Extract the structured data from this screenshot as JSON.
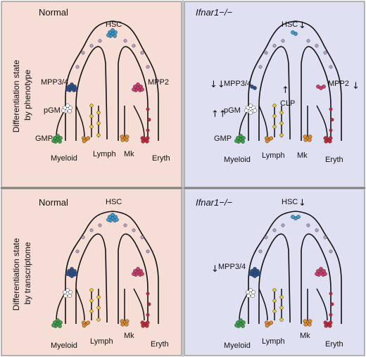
{
  "row_labels": [
    {
      "line1": "Differentiation state",
      "line2": "by phenotype"
    },
    {
      "line1": "Differentiation state",
      "line2": "by transcriptome"
    }
  ],
  "panels": [
    {
      "title": "Normal",
      "title_italic": false,
      "labels": {
        "hsc": "HSC",
        "mpp34": "MPP3/4",
        "mpp2": "MPP2",
        "pgm": "pGM",
        "gmp": "GMP",
        "myeloid": "Myeloid",
        "lymph": "Lymph",
        "mk": "Mk",
        "eryth": "Eryth"
      }
    },
    {
      "title": "Ifnar1−/−",
      "title_italic": true,
      "labels": {
        "hsc": "HSC",
        "mpp34": "MPP3/4",
        "mpp2": "MPP2",
        "pgm": "pGM",
        "gmp": "GMP",
        "clp": "CLP",
        "myeloid": "Myeloid",
        "lymph": "Lymph",
        "mk": "Mk",
        "eryth": "Eryth"
      },
      "arrows": {
        "hsc": "↓",
        "mpp34": "↓↓",
        "pgm": "↑↑",
        "clp": "↑",
        "mpp2": "↓"
      }
    },
    {
      "title": "Normal",
      "title_italic": false,
      "labels": {
        "hsc": "HSC",
        "myeloid": "Myeloid",
        "lymph": "Lymph",
        "mk": "Mk",
        "eryth": "Eryth"
      }
    },
    {
      "title": "Ifnar1−/−",
      "title_italic": true,
      "labels": {
        "hsc": "HSC",
        "mpp34": "MPP3/4",
        "myeloid": "Myeloid",
        "lymph": "Lymph",
        "mk": "Mk",
        "eryth": "Eryth"
      },
      "arrows": {
        "hsc": "↓",
        "mpp34": "↓"
      }
    }
  ],
  "colors": {
    "normal_bg": "#f6ddd6",
    "ko_bg": "#dfe1f2",
    "tree_line": "#111111",
    "hsc": "#3b9bd1",
    "stem": "#b9a3c8",
    "mpp34": "#2a4f8e",
    "mpp2": "#d23a6e",
    "pgm": "#ffffff",
    "gmp": "#3aa14a",
    "lymph": "#e7c433",
    "mk": "#e2892a",
    "eryth": "#c8263a"
  }
}
